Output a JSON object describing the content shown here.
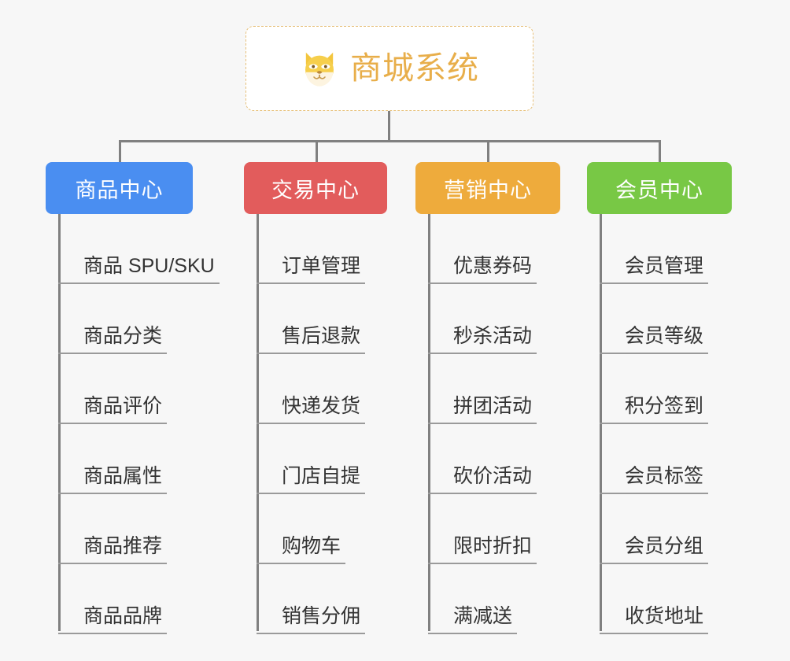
{
  "page": {
    "background_color": "#f7f7f7",
    "line_color": "#808080",
    "leaf_text_color": "#333333",
    "leaf_rule_color": "#9a9a9a"
  },
  "root": {
    "title": "商城系统",
    "icon": "shiba-dog-face-icon",
    "title_color": "#e8ae4a",
    "border_color": "#e7c07a",
    "background_color": "#ffffff"
  },
  "categories": [
    {
      "label": "商品中心",
      "color": "#4a8ef1",
      "items": [
        "商品 SPU/SKU",
        "商品分类",
        "商品评价",
        "商品属性",
        "商品推荐",
        "商品品牌"
      ]
    },
    {
      "label": "交易中心",
      "color": "#e25c5c",
      "items": [
        "订单管理",
        "售后退款",
        "快递发货",
        "门店自提",
        "购物车",
        "销售分佣"
      ]
    },
    {
      "label": "营销中心",
      "color": "#eeab3c",
      "items": [
        "优惠券码",
        "秒杀活动",
        "拼团活动",
        "砍价活动",
        "限时折扣",
        "满减送"
      ]
    },
    {
      "label": "会员中心",
      "color": "#78c845",
      "items": [
        "会员管理",
        "会员等级",
        "积分签到",
        "会员标签",
        "会员分组",
        "收货地址"
      ]
    }
  ]
}
